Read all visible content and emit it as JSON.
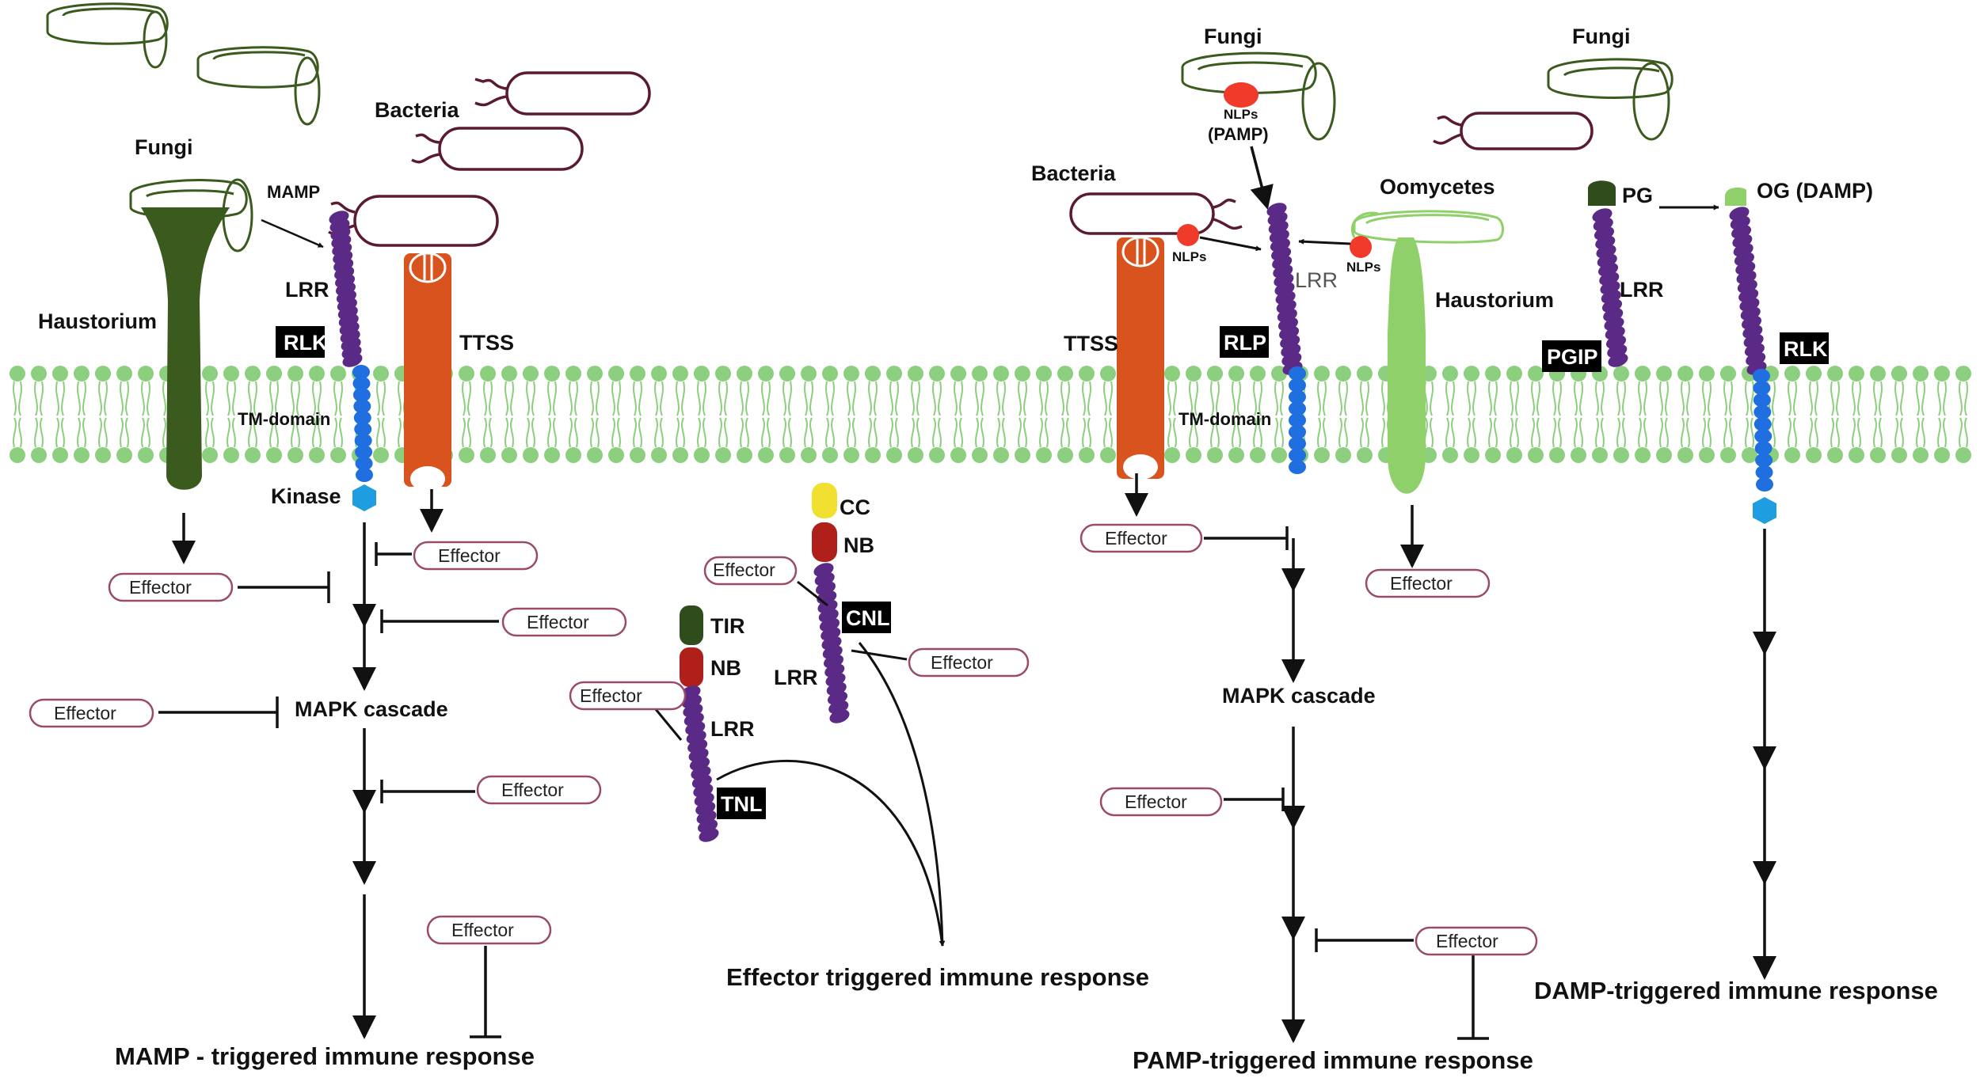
{
  "labels": {
    "fungi": "Fungi",
    "bacteria": "Bacteria",
    "oomycetes": "Oomycetes",
    "haustorium": "Haustorium",
    "mamp": "MAMP",
    "lrr": "LRR",
    "rlk": "RLK",
    "rlp": "RLP",
    "pgip": "PGIP",
    "ttss": "TTSS",
    "tm_domain": "TM-domain",
    "kinase": "Kinase",
    "effector": "Effector",
    "mapk_cascade": "MAPK cascade",
    "cc": "CC",
    "nb": "NB",
    "tir": "TIR",
    "cnl": "CNL",
    "tnl": "TNL",
    "nlps": "NLPs",
    "nlps_pamp_1": "NLPs",
    "nlps_pamp_2": "(PAMP)",
    "pg": "PG",
    "og_damp": "OG (DAMP)"
  },
  "outcomes": {
    "mamp": "MAMP - triggered immune response",
    "eti": "Effector triggered immune response",
    "pamp": "PAMP-triggered immune response",
    "damp": "DAMP-triggered immune response"
  },
  "colors": {
    "membrane": "#8ccf7e",
    "fungi_dark": "#3a5a1e",
    "bacteria_outline": "#5a1a2f",
    "ttss": "#d9531e",
    "lrr_purple": "#5b2a86",
    "tm_blue": "#1f6fe0",
    "kinase_cyan": "#1e9ee0",
    "haustorium_light": "#8fd06a",
    "cc_yellow": "#f2e030",
    "nb_red": "#b0201a",
    "tir_green": "#2f4d1c",
    "effector_border": "#9a4a6a",
    "nlp_red": "#f03a2a"
  }
}
